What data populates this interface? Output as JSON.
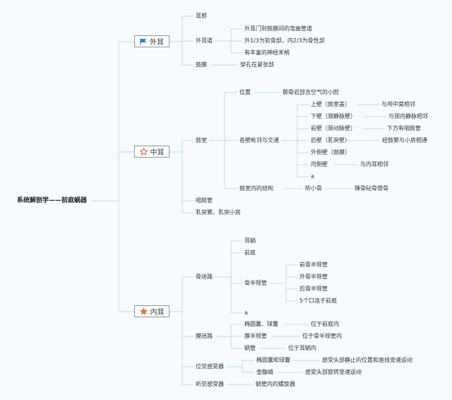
{
  "root": "系统解剖学——前庭蜗器",
  "colors": {
    "line": "#b9dced",
    "flag": "#2e7dd7",
    "star_outline": "#e05a4a",
    "star_fill": "#e8743c"
  },
  "outer": {
    "title": "外耳",
    "icon": "flag-icon",
    "auricle": "耳郭",
    "canal": "外耳道",
    "canal_items": [
      "外耳门到鼓膜间的弯曲管道",
      "外1/3为软骨部，内2/3为骨性部",
      "有丰富的神经末梢"
    ],
    "eardrum": "鼓膜",
    "eardrum_note": "穿孔在紧张部"
  },
  "middle": {
    "title": "中耳",
    "icon": "star-outline-icon",
    "cavity": "鼓室",
    "position": "位置",
    "position_note": "颞骨岩部含空气的小腔",
    "walls": "各壁毗邻与交通",
    "wall_items": [
      {
        "name": "上壁（鼓室盖）",
        "note": "与颅中窝相邻"
      },
      {
        "name": "下壁（颈静脉壁）",
        "note": "与颈内静脉相邻"
      },
      {
        "name": "前壁（颈动脉壁）",
        "note": "下方有咽鼓管"
      },
      {
        "name": "后壁（乳突壁）",
        "note": "经鼓窦与小房相通"
      },
      {
        "name": "外侧壁（鼓膜）",
        "note": ""
      },
      {
        "name": "内侧壁",
        "note": "与内耳相邻"
      },
      {
        "name": "a",
        "note": ""
      }
    ],
    "structure": "鼓室内的结构",
    "ossicles": "听小骨",
    "ossicles_note": "锤骨砧骨镫骨",
    "tube": "咽鼓管",
    "mastoid": "乳突窦、乳突小房"
  },
  "inner": {
    "title": "内耳",
    "icon": "star-filled-icon",
    "bony": "骨迷路",
    "cochlea": "耳蜗",
    "vestibule": "前庭",
    "canals": "骨半规管",
    "canal_items": [
      "前骨半规管",
      "外骨半规管",
      "后骨半规管",
      "5个口连于前庭"
    ],
    "bony_a": "a",
    "membranous": "膜迷路",
    "membranous_items": [
      {
        "name": "椭圆囊、球囊",
        "note": "位于前庭内"
      },
      {
        "name": "膜半规管",
        "note": "位于骨半规管内"
      },
      {
        "name": "蜗管",
        "note": "位于耳蜗内"
      }
    ],
    "position_sense": "位觉感受器",
    "position_items": [
      {
        "name": "椭圆囊和球囊",
        "note": "感受头部静止的位置和直线变速运动"
      },
      {
        "name": "壶腹嵴",
        "note": "感受头部旋转变速运动"
      }
    ],
    "hearing_sense": "听觉感受器",
    "hearing_note": "蜗管内的螺旋器"
  }
}
